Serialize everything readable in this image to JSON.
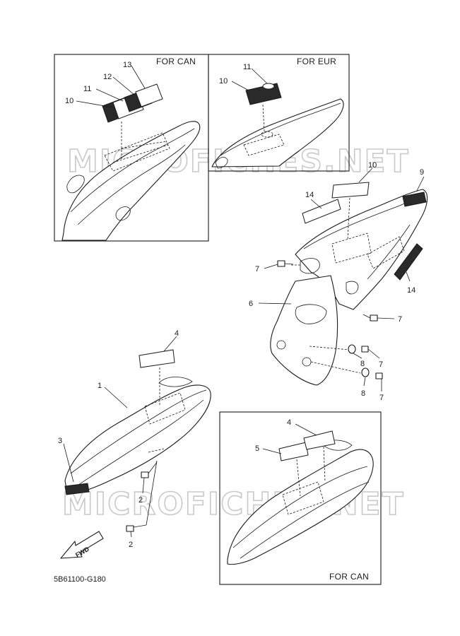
{
  "boxes": {
    "top_left_label": "FOR CAN",
    "top_right_label": "FOR EUR",
    "bottom_right_label": "FOR CAN"
  },
  "callouts": {
    "c1": "1",
    "c2a": "2",
    "c2b": "2",
    "c3": "3",
    "c4a": "4",
    "c4b": "4",
    "c5": "5",
    "c6": "6",
    "c7a": "7",
    "c7b": "7",
    "c7c": "7",
    "c7d": "7",
    "c8a": "8",
    "c8b": "8",
    "c9": "9",
    "c10a": "10",
    "c10b": "10",
    "c10c": "10",
    "c11a": "11",
    "c11b": "11",
    "c12": "12",
    "c13": "13",
    "c14a": "14",
    "c14b": "14"
  },
  "fwd_arrow": "FWD",
  "diagram_code": "5B61100-G180",
  "watermark": "MICROFICHES.NET",
  "icons": {
    "fwd": "fwd-arrow-icon",
    "bolt": "bolt-icon",
    "washer": "washer-icon"
  }
}
